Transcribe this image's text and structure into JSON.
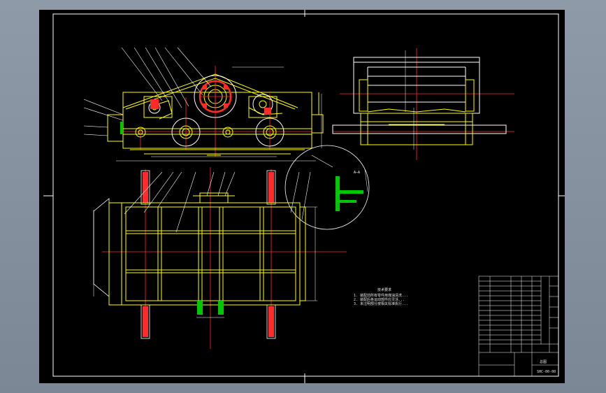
{
  "drawing": {
    "technical_requirements": {
      "heading": "技术要求",
      "items": [
        "1. 装配前所有零件用煤油清洗...",
        "2. 装配后各运动部件应灵活...",
        "3. 未注明部分按相关标准执行..."
      ]
    },
    "title_block": {
      "title": "总图",
      "drawing_number": "SHC-00-00"
    },
    "section_label": "A—A",
    "colors": {
      "outline": "#ffff00",
      "centerline": "#ff0000",
      "highlight": "#00c800",
      "frame": "#ffffff",
      "part": "#ff2a2a"
    }
  }
}
